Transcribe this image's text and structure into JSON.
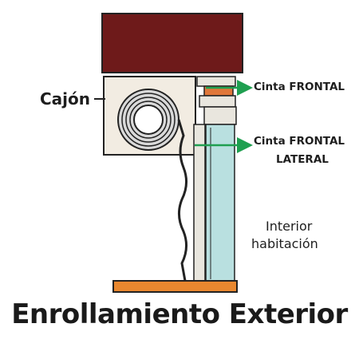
{
  "title": "Enrollamiento Exterior",
  "labels": {
    "cajon": "Cajón",
    "cinta_frontal": "Cinta FRONTAL",
    "cinta_frontal_lateral_line1": "Cinta FRONTAL",
    "cinta_frontal_lateral_line2": "LATERAL",
    "interior_line1": "Interior",
    "interior_line2": "habitación"
  },
  "colors": {
    "lintel": "#6e1a1a",
    "box": "#f2ece2",
    "roll": "#dcdcdc",
    "sill": "#e8872f",
    "glass": "#b9e0e0",
    "frame": "#e9e6de",
    "strap_guide": "#e0773a",
    "arrow": "#1f9f50",
    "outline": "#222222"
  },
  "icons": {
    "roll": "shutter-roll-icon",
    "arrow": "arrow-right-icon"
  }
}
